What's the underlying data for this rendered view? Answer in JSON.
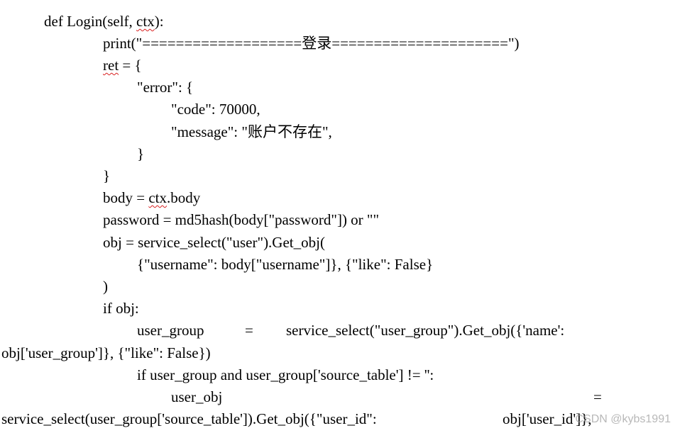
{
  "code": {
    "l1a": "def Login(self, ",
    "l1b": "ctx",
    "l1c": "):",
    "l2": "print(\"===================登录=====================\")",
    "l3a": "ret",
    "l3b": " = {",
    "l4": "\"error\": {",
    "l5": "\"code\": 70000,",
    "l6": "\"message\": \"账户不存在\",",
    "l7": "}",
    "l8": "}",
    "l9a": "body = ",
    "l9b": "ctx",
    "l9c": ".body",
    "l10": "password = md5hash(body[\"password\"]) or \"\"",
    "l11": "obj = service_select(\"user\").Get_obj(",
    "l12": "{\"username\": body[\"username\"]}, {\"like\": False}",
    "l13": ")",
    "l14": "if obj:",
    "l15a": "user_group",
    "l15b": "=",
    "l15c": "service_select(\"user_group\").Get_obj({'name':",
    "l16": "obj['user_group']}, {\"like\": False})",
    "l17": "if user_group and user_group['source_table'] != '':",
    "l18a": "user_obj",
    "l18b": "=",
    "l19a": "service_select(user_group['source_table']).Get_obj({\"user_id\":",
    "l19b": "obj['user_id']},"
  },
  "watermark": "CSDN @kybs1991"
}
